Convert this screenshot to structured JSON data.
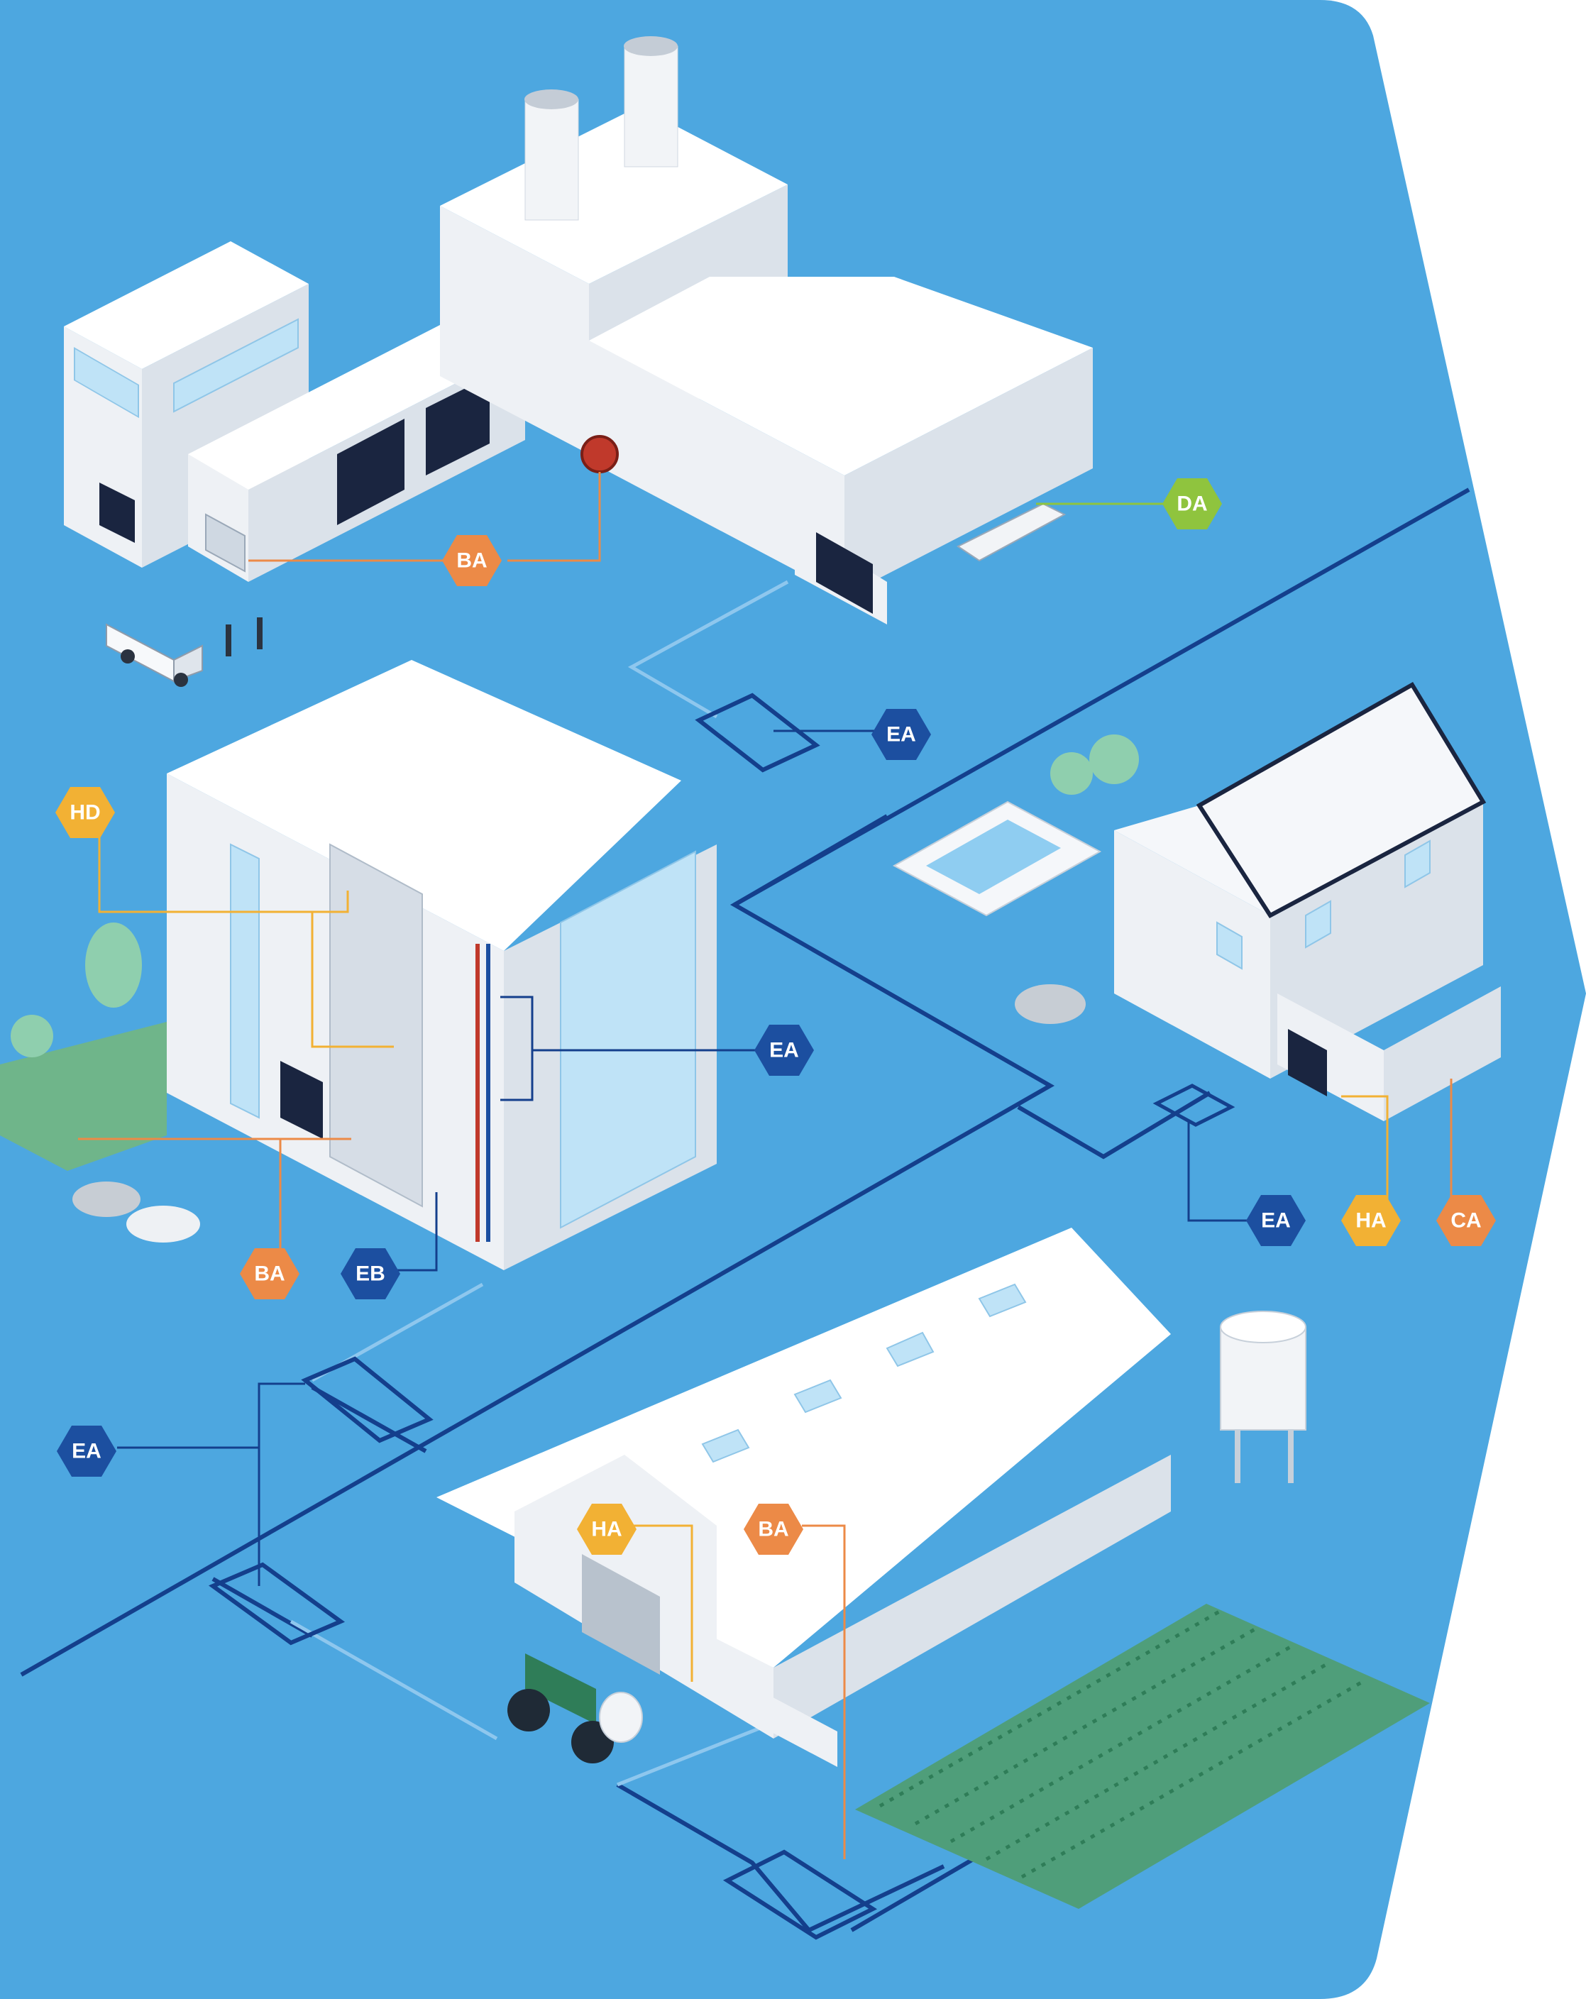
{
  "colors": {
    "background": "#4da7e0",
    "main_pipe": "#143f8c",
    "service_pipe": "#8ec7ee",
    "hex_dark_blue": "#1c4fa0",
    "hex_orange": "#ec8a47",
    "hex_yellow": "#f2b134",
    "hex_green": "#8fc43e",
    "grass": "#6fb58a",
    "field": "#4f9e7a"
  },
  "labels": {
    "factory_ba": "BA",
    "factory_da": "DA",
    "factory_meter_ea": "EA",
    "apartment_hd": "HD",
    "apartment_ea": "EA",
    "apartment_ba": "BA",
    "apartment_eb": "EB",
    "house_ea": "EA",
    "house_ha": "HA",
    "house_ca": "CA",
    "street_ea": "EA",
    "barn_ha": "HA",
    "barn_ba": "BA"
  }
}
